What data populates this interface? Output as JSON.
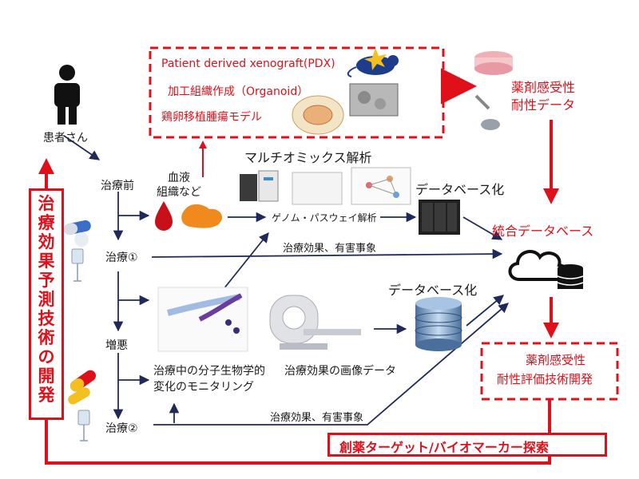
{
  "patient": {
    "label": "患者さん"
  },
  "pdx_box": {
    "line1": "Patient derived xenograft(PDX)",
    "line2": "加工組織作成（Organoid）",
    "line3": "鶏卵移植腫瘍モデル"
  },
  "drug_data": {
    "line1": "薬剤感受性",
    "line2": "耐性データ"
  },
  "multiomics": {
    "title": "マルチオミックス解析",
    "sub": "ゲノム・パスウェイ解析"
  },
  "blood": {
    "line1": "血液",
    "line2": "組織など"
  },
  "stages": {
    "pre": "治療前",
    "t1": "治療①",
    "worse": "増悪",
    "t2": "治療②"
  },
  "database1": "データベース化",
  "database2": "データベース化",
  "integrated_db": "統合データベース",
  "effects1": "治療効果、有害事象",
  "effects2": "治療効果、有害事象",
  "monitoring": {
    "line1": "治療中の分子生物学的",
    "line2": "変化のモニタリング"
  },
  "imaging": "治療効果の画像データ",
  "dev_box": {
    "line1": "薬剤感受性",
    "line2": "耐性評価技術開発"
  },
  "prediction": "治療効果予測技術の開発",
  "target_box": "創薬ターゲット/バイオマーカー探索",
  "colors": {
    "accent": "#e0101a",
    "arrow": "#1f2a5a"
  }
}
